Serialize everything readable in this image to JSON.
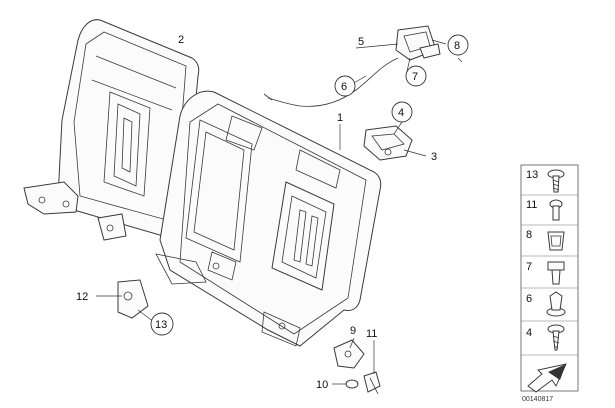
{
  "diagram": {
    "callouts": {
      "c1": "1",
      "c2": "2",
      "c3": "3",
      "c4": "4",
      "c5": "5",
      "c6": "6",
      "c7": "7",
      "c8": "8",
      "c9": "9",
      "c10": "10",
      "c11": "11",
      "c12": "12",
      "c13": "13"
    },
    "legend": [
      "13",
      "11",
      "8",
      "7",
      "6",
      "4"
    ],
    "doc_number": "00140817"
  }
}
